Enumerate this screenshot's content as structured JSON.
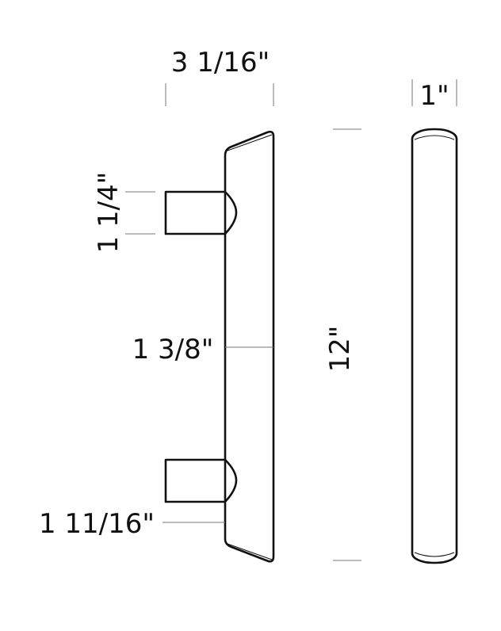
{
  "dimensions": {
    "overall_depth": "3 1/16\"",
    "post_diameter": "1 1/4\"",
    "bar_width": "1 3/8\"",
    "length": "12\"",
    "bar_thickness": "1\"",
    "end_offset": "1 11/16\""
  }
}
